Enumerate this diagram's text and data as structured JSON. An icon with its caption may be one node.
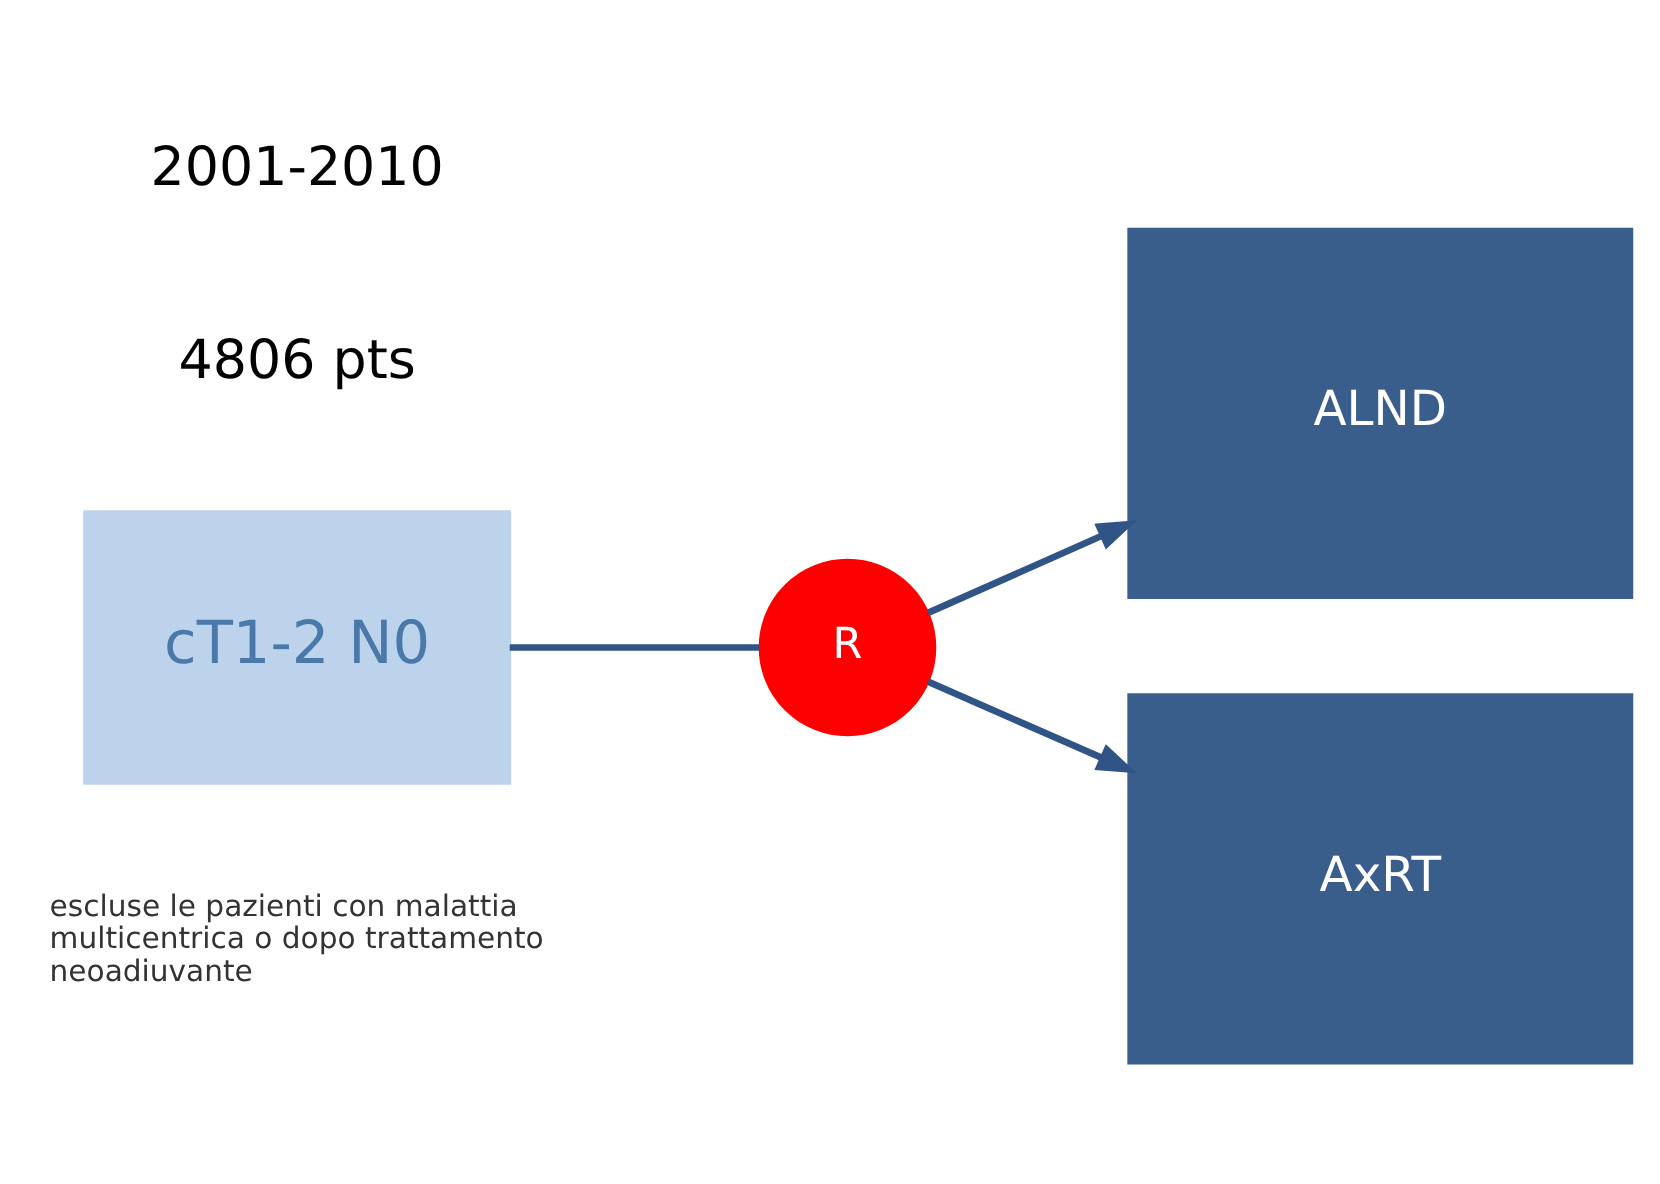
{
  "diagram": {
    "nodes": [
      {
        "text": [
          "cT1-2 N0"
        ],
        "beside": [
          "escluse le pazienti con malattia multicentrica o dopo trattamento neoadiuvante"
        ]
      },
      {
        "text": [
          "R"
        ]
      },
      {
        "text": [
          "ALND"
        ]
      },
      {
        "text": [
          "AxRT"
        ]
      }
    ],
    "edges": [
      {
        "from": 0,
        "to": 1,
        "arrow": "none"
      },
      {
        "from": 1,
        "to": 2,
        "arrow": "to"
      },
      {
        "from": 1,
        "to": 3,
        "arrow": "to"
      }
    ],
    "labels": [
      "2001-2010",
      "4806 pts"
    ]
  }
}
